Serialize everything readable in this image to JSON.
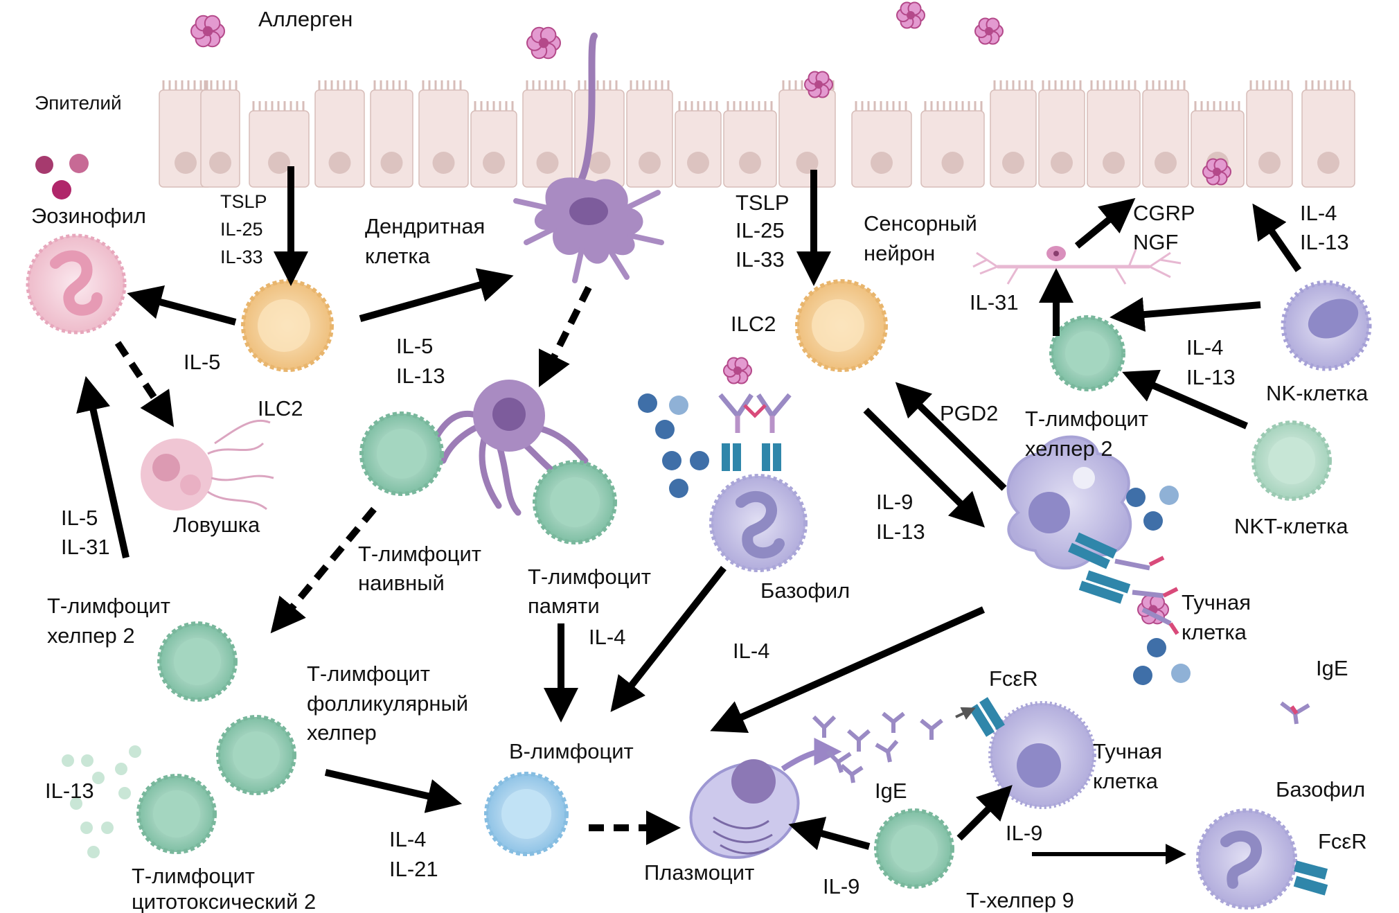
{
  "labels": {
    "allergen": "Аллерген",
    "epithelium": "Эпителий",
    "eosinophil": "Эозинофил",
    "dendritic_1": "Дендритная",
    "dendritic_2": "клетка",
    "sensory_1": "Сенсорный",
    "sensory_2": "нейрон",
    "ilc2_left": "ILC2",
    "ilc2_right": "ILC2",
    "trap": "Ловушка",
    "th2_left_1": "Т-лимфоцит",
    "th2_left_2": "хелпер 2",
    "naive_1": "Т-лимфоцит",
    "naive_2": "наивный",
    "memory_1": "Т-лимфоцит",
    "memory_2": "памяти",
    "tfh_1": "Т-лимфоцит",
    "tfh_2": "фолликулярный",
    "tfh_3": "хелпер",
    "tc2_1": "Т-лимфоцит",
    "tc2_2": "цитотоксический 2",
    "b_cell": "В-лимфоцит",
    "plasma": "Плазмоцит",
    "basophil_mid": "Базофил",
    "mast_mid_1": "Тучная",
    "mast_mid_2": "клетка",
    "mast_low_1": "Тучная",
    "mast_low_2": "клетка",
    "th2_right_1": "Т-лимфоцит",
    "th2_right_2": "хелпер 2",
    "nk": "NK-клетка",
    "nkt": "NKT-клетка",
    "th9": "Т-хелпер 9",
    "basophil_low": "Базофил",
    "ige_mid": "IgE",
    "ige_right": "IgE",
    "fcer_mid": "FcεR",
    "fcer_low": "FcεR"
  },
  "mediators": {
    "tslp_left": [
      "TSLP",
      "IL-25",
      "IL-33"
    ],
    "tslp_right": [
      "TSLP",
      "IL-25",
      "IL-33"
    ],
    "il5_eos": "IL-5",
    "il5_il13_ilc2": [
      "IL-5",
      "IL-13"
    ],
    "il5_il31": [
      "IL-5",
      "IL-31"
    ],
    "il13_left": "IL-13",
    "il4_il21": [
      "IL-4",
      "IL-21"
    ],
    "il4_memory": "IL-4",
    "il4_mast": "IL-4",
    "il9_il13": [
      "IL-9",
      "IL-13"
    ],
    "pgd2": "PGD2",
    "cgrp_ngf": [
      "CGRP",
      "NGF"
    ],
    "il4_il13_top": [
      "IL-4",
      "IL-13"
    ],
    "il4_il13_mid": [
      "IL-4",
      "IL-13"
    ],
    "il31": "IL-31",
    "il9_mast": "IL-9",
    "il9_plasma": "IL-9"
  },
  "colors": {
    "epithelium": "#f3e3e1",
    "nucleus": "#dcc3c0",
    "allergen": "#b4498a",
    "ilc2": "#f4cf94",
    "t_cell": "#8cc8ae",
    "dendritic": "#9c7cb6",
    "eosinophil": "#f2ccd8",
    "b_cell": "#a7d4ee",
    "mast": "#c2bfe5",
    "receptor": "#2f86aa",
    "ige": "#9a8ac4",
    "granule_blue": "#3f6fa8",
    "arrow": "#000000"
  }
}
